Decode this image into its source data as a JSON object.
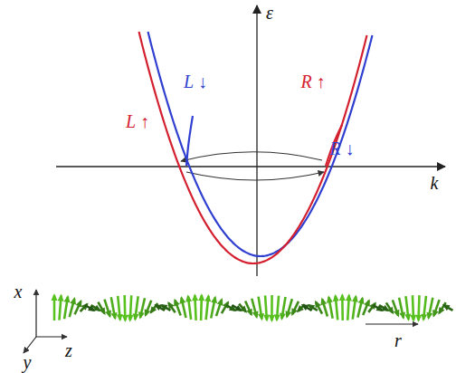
{
  "diagram": {
    "labels": [
      "ε",
      "k",
      "L ↓",
      "R ↑",
      "L ↑",
      "R ↓",
      "x",
      "y",
      "z",
      "r"
    ]
  }
}
